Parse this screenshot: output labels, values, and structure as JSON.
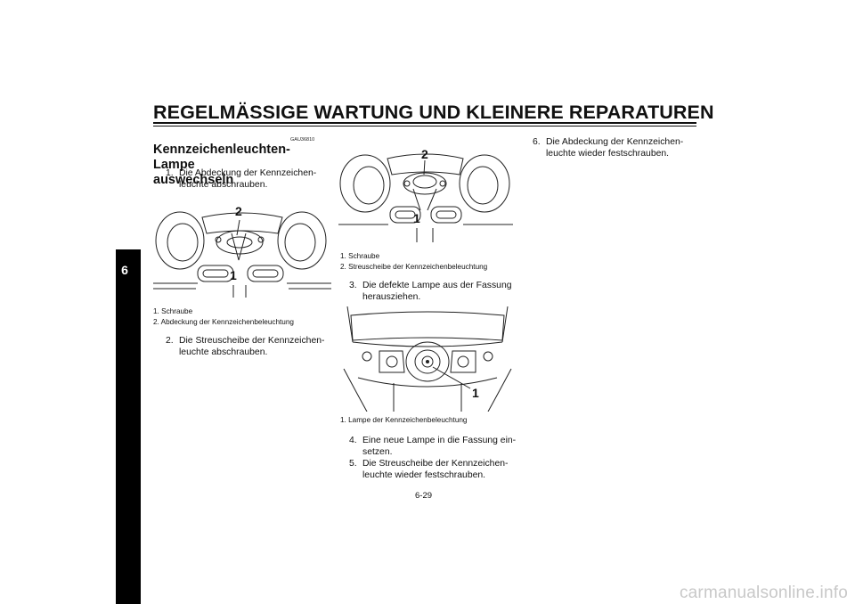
{
  "header": {
    "title": "REGELMÄSSIGE WARTUNG UND KLEINERE REPARATUREN"
  },
  "side_tab": {
    "chapter": "6"
  },
  "section": {
    "code": "GAU36810",
    "heading_line1": "Kennzeichenleuchten-Lampe",
    "heading_line2": "auswechseln"
  },
  "steps": [
    {
      "num": "1.",
      "line1": "Die Abdeckung der Kennzeichen-",
      "line2": "leuchte abschrauben."
    },
    {
      "num": "2.",
      "line1": "Die Streuscheibe der Kennzeichen-",
      "line2": "leuchte abschrauben."
    },
    {
      "num": "3.",
      "line1": "Die defekte Lampe aus der Fassung",
      "line2": "herausziehen."
    },
    {
      "num": "4.",
      "line1": "Eine neue Lampe in die Fassung ein-",
      "line2": "setzen."
    },
    {
      "num": "5.",
      "line1": "Die Streuscheibe der Kennzeichen-",
      "line2": "leuchte wieder festschrauben."
    },
    {
      "num": "6.",
      "line1": "Die Abdeckung der Kennzeichen-",
      "line2": "leuchte wieder festschrauben."
    }
  ],
  "figures": [
    {
      "callouts": [
        "2",
        "1"
      ],
      "captions": [
        "1. Schraube",
        "2. Abdeckung der Kennzeichenbeleuchtung"
      ]
    },
    {
      "callouts": [
        "2",
        "1"
      ],
      "captions": [
        "1. Schraube",
        "2. Streuscheibe der Kennzeichenbeleuchtung"
      ]
    },
    {
      "callouts": [
        "1"
      ],
      "captions": [
        "1. Lampe der Kennzeichenbeleuchtung"
      ]
    }
  ],
  "footer": {
    "page_number": "6-29"
  },
  "watermark": {
    "text": "carmanualsonline.info"
  }
}
